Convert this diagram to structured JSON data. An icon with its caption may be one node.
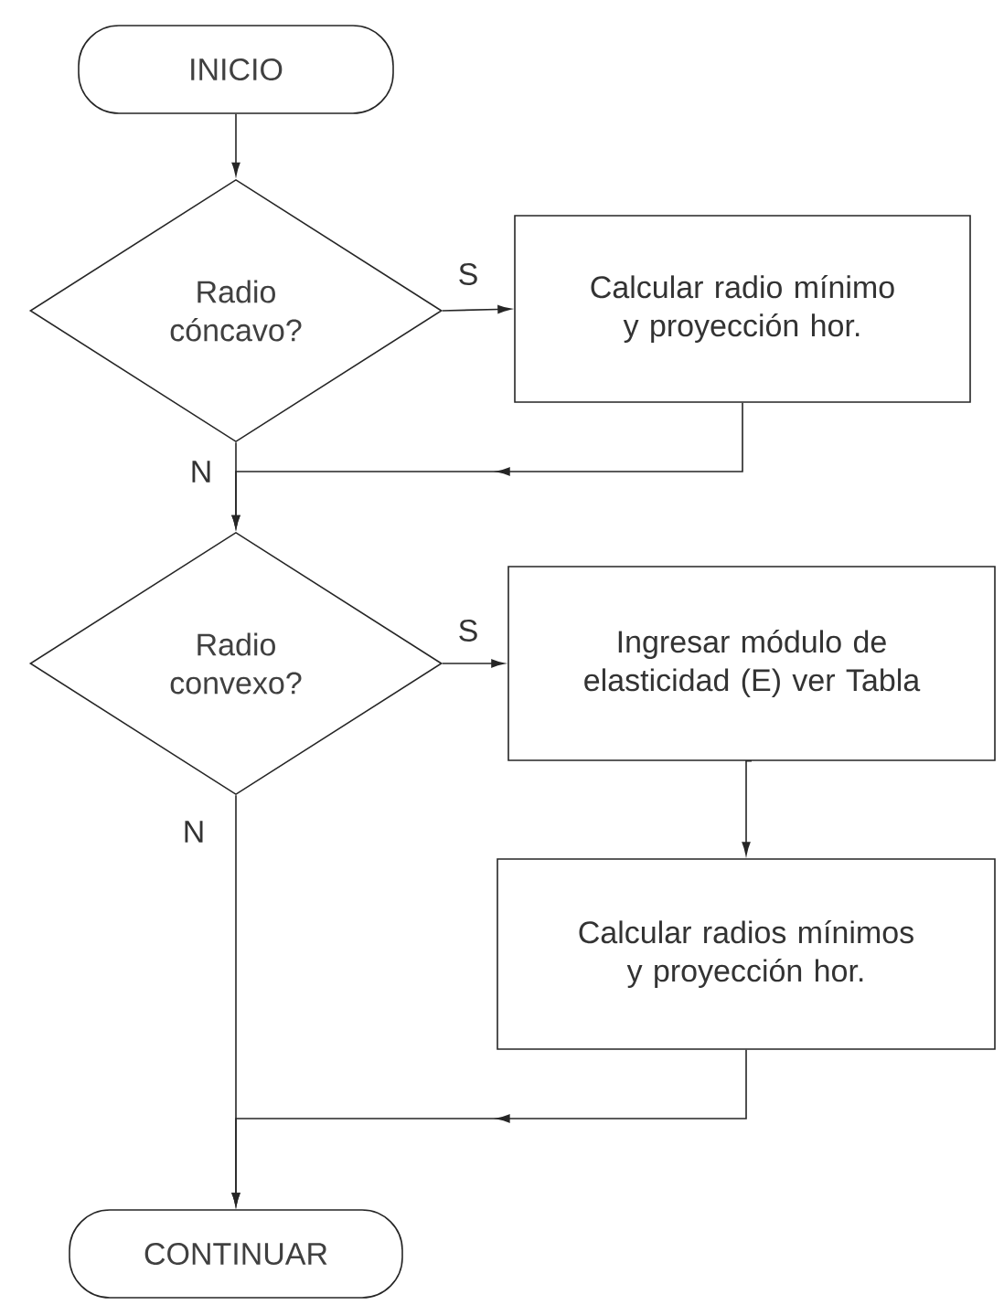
{
  "diagram": {
    "nodes": [
      {
        "text": [
          "INICIO"
        ]
      },
      {
        "text": [
          "Radio cóncavo?"
        ]
      },
      {
        "text": [
          "Calcular radio mínimo y proyección hor."
        ]
      },
      {
        "text": [
          "Radio convexo?"
        ]
      },
      {
        "text": [
          "Ingresar módulo de elasticidad (E) ver Tabla"
        ]
      },
      {
        "text": [
          "Calcular radios mínimos y proyección hor."
        ]
      },
      {
        "text": [
          "CONTINUAR"
        ]
      }
    ],
    "edges": [
      {
        "from": 0,
        "to": 1,
        "arrow": "to"
      },
      {
        "from": 1,
        "to": 2,
        "arrow": "to",
        "label": "S"
      },
      {
        "from": 1,
        "to": 3,
        "arrow": "to",
        "label": "N"
      },
      {
        "from": 2,
        "to": 3,
        "arrow": "to"
      },
      {
        "from": 3,
        "to": 4,
        "arrow": "to",
        "label": "S"
      },
      {
        "from": 4,
        "to": 5,
        "arrow": "to"
      },
      {
        "from": 3,
        "to": 6,
        "arrow": "to",
        "label": "N"
      },
      {
        "from": 5,
        "to": 6,
        "arrow": "to"
      }
    ]
  }
}
